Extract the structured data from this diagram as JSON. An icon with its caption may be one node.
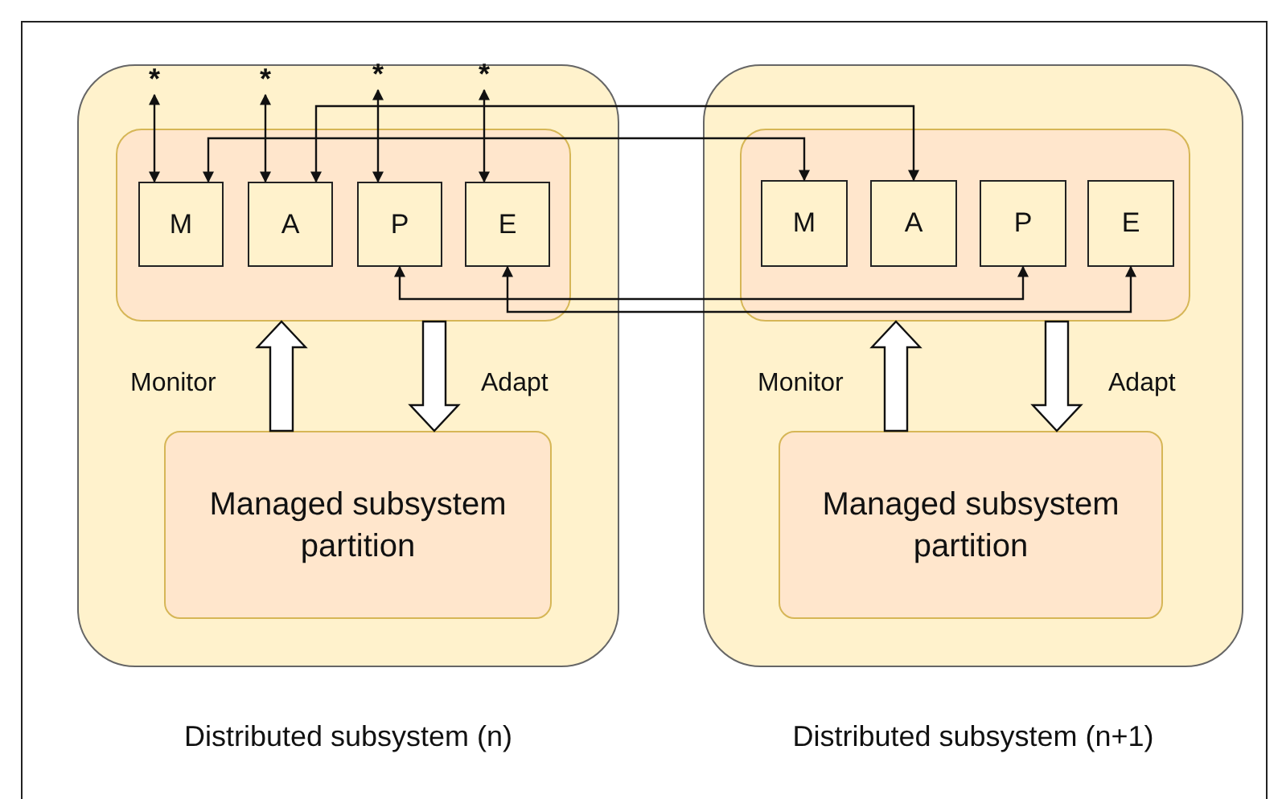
{
  "diagram": {
    "nodes": [
      {
        "text": [],
        "shape": "box",
        "beside": [
          "Distributed subsystem (n)"
        ]
      },
      {
        "text": [],
        "shape": "box",
        "in": 0
      },
      {
        "text": [
          "M"
        ],
        "in": 1
      },
      {
        "text": [
          "A"
        ],
        "in": 1
      },
      {
        "text": [
          "P"
        ],
        "in": 1
      },
      {
        "text": [
          "E"
        ],
        "in": 1
      },
      {
        "text": [
          "Managed subsystem partition"
        ],
        "in": 0
      },
      {
        "text": [],
        "shape": "box",
        "beside": [
          "Distributed subsystem (n+1)"
        ]
      },
      {
        "text": [],
        "shape": "box",
        "in": 7
      },
      {
        "text": [
          "M"
        ],
        "in": 8
      },
      {
        "text": [
          "A"
        ],
        "in": 8
      },
      {
        "text": [
          "P"
        ],
        "in": 8
      },
      {
        "text": [
          "E"
        ],
        "in": 8
      },
      {
        "text": [
          "Managed subsystem partition"
        ],
        "in": 7
      },
      {
        "text": [
          "*"
        ],
        "in": 0
      },
      {
        "text": [
          "*"
        ],
        "in": 0
      },
      {
        "text": [
          "*"
        ],
        "in": 0
      },
      {
        "text": [
          "*"
        ],
        "in": 0
      }
    ],
    "edges": [
      {
        "from": 14,
        "to": 2,
        "arrow": "both"
      },
      {
        "from": 15,
        "to": 3,
        "arrow": "both"
      },
      {
        "from": 16,
        "to": 4,
        "arrow": "both"
      },
      {
        "from": 17,
        "to": 5,
        "arrow": "both"
      },
      {
        "from": 2,
        "to": 9,
        "arrow": "both"
      },
      {
        "from": 3,
        "to": 10,
        "arrow": "both"
      },
      {
        "from": 4,
        "to": 11,
        "arrow": "both"
      },
      {
        "from": 5,
        "to": 12,
        "arrow": "both"
      },
      {
        "from": 6,
        "to": 1,
        "arrow": "to",
        "label": "Monitor",
        "style": "thick"
      },
      {
        "from": 1,
        "to": 6,
        "arrow": "to",
        "label": "Adapt",
        "style": "thick"
      },
      {
        "from": 13,
        "to": 8,
        "arrow": "to",
        "label": "Monitor",
        "style": "thick"
      },
      {
        "from": 8,
        "to": 13,
        "arrow": "to",
        "label": "Adapt",
        "style": "thick"
      }
    ]
  }
}
